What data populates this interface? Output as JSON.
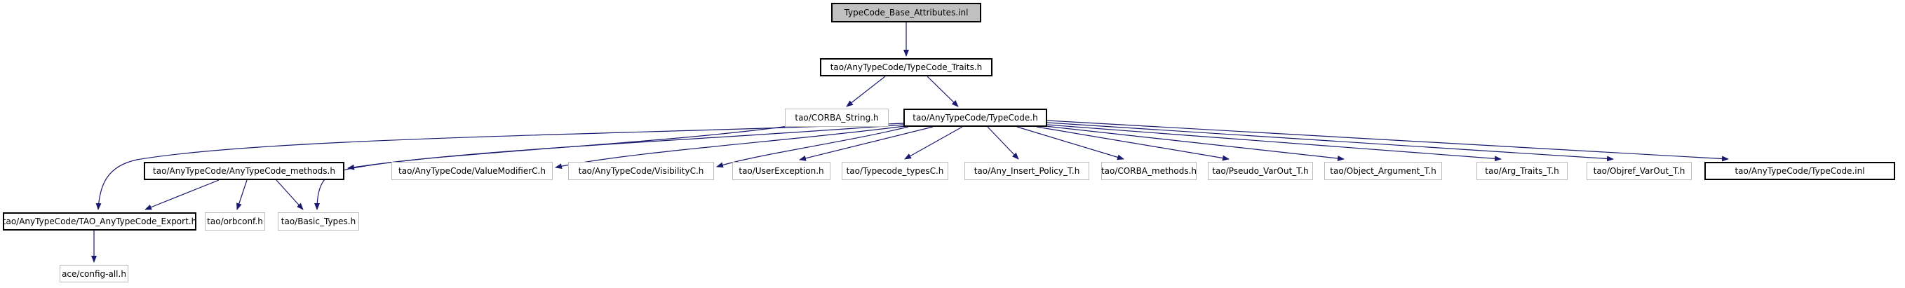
{
  "diagram": {
    "kind": "include-dependency-graph",
    "root_file": "TypeCode_Base_Attributes.inl"
  },
  "colors": {
    "edge": "#191970",
    "documented_border": "#000000",
    "external_border": "#bcbcbc",
    "current_node_fill": "#c0c0c0",
    "node_fill": "#ffffff",
    "background": "#ffffff"
  },
  "nodes": [
    {
      "id": "root",
      "label": "TypeCode_Base_Attributes.inl",
      "style": "current",
      "clickable": false
    },
    {
      "id": "traits",
      "label": "tao/AnyTypeCode/TypeCode_Traits.h",
      "style": "doc",
      "clickable": true
    },
    {
      "id": "corba_string",
      "label": "tao/CORBA_String.h",
      "style": "ext",
      "clickable": false
    },
    {
      "id": "typecode_h",
      "label": "tao/AnyTypeCode/TypeCode.h",
      "style": "doc",
      "clickable": true
    },
    {
      "id": "methods",
      "label": "tao/AnyTypeCode/AnyTypeCode_methods.h",
      "style": "doc",
      "clickable": true
    },
    {
      "id": "valuemod",
      "label": "tao/AnyTypeCode/ValueModifierC.h",
      "style": "ext",
      "clickable": false
    },
    {
      "id": "visibility",
      "label": "tao/AnyTypeCode/VisibilityC.h",
      "style": "ext",
      "clickable": false
    },
    {
      "id": "userexc",
      "label": "tao/UserException.h",
      "style": "ext",
      "clickable": false
    },
    {
      "id": "typesc",
      "label": "tao/Typecode_typesC.h",
      "style": "ext",
      "clickable": false
    },
    {
      "id": "any_insert",
      "label": "tao/Any_Insert_Policy_T.h",
      "style": "ext",
      "clickable": false
    },
    {
      "id": "corba_methods",
      "label": "tao/CORBA_methods.h",
      "style": "ext",
      "clickable": false
    },
    {
      "id": "pseudo",
      "label": "tao/Pseudo_VarOut_T.h",
      "style": "ext",
      "clickable": false
    },
    {
      "id": "object_arg",
      "label": "tao/Object_Argument_T.h",
      "style": "ext",
      "clickable": false
    },
    {
      "id": "arg_traits",
      "label": "tao/Arg_Traits_T.h",
      "style": "ext",
      "clickable": false
    },
    {
      "id": "objref",
      "label": "tao/Objref_VarOut_T.h",
      "style": "ext",
      "clickable": false
    },
    {
      "id": "inl",
      "label": "tao/AnyTypeCode/TypeCode.inl",
      "style": "doc",
      "clickable": true
    },
    {
      "id": "export",
      "label": "tao/AnyTypeCode/TAO_AnyTypeCode_Export.h",
      "style": "doc",
      "clickable": true
    },
    {
      "id": "orbconf",
      "label": "tao/orbconf.h",
      "style": "ext",
      "clickable": false
    },
    {
      "id": "basic_types",
      "label": "tao/Basic_Types.h",
      "style": "ext",
      "clickable": false
    },
    {
      "id": "ace",
      "label": "ace/config-all.h",
      "style": "ext",
      "clickable": false
    }
  ],
  "edges": [
    {
      "from": "root",
      "to": "traits"
    },
    {
      "from": "traits",
      "to": "corba_string"
    },
    {
      "from": "traits",
      "to": "typecode_h"
    },
    {
      "from": "typecode_h",
      "to": "methods"
    },
    {
      "from": "typecode_h",
      "to": "valuemod"
    },
    {
      "from": "typecode_h",
      "to": "visibility"
    },
    {
      "from": "typecode_h",
      "to": "userexc"
    },
    {
      "from": "typecode_h",
      "to": "typesc"
    },
    {
      "from": "typecode_h",
      "to": "any_insert"
    },
    {
      "from": "typecode_h",
      "to": "corba_methods"
    },
    {
      "from": "typecode_h",
      "to": "pseudo"
    },
    {
      "from": "typecode_h",
      "to": "object_arg"
    },
    {
      "from": "typecode_h",
      "to": "arg_traits"
    },
    {
      "from": "typecode_h",
      "to": "objref"
    },
    {
      "from": "typecode_h",
      "to": "inl"
    },
    {
      "from": "typecode_h",
      "to": "export"
    },
    {
      "from": "corba_string",
      "to": "basic_types"
    },
    {
      "from": "methods",
      "to": "export"
    },
    {
      "from": "methods",
      "to": "orbconf"
    },
    {
      "from": "methods",
      "to": "basic_types"
    },
    {
      "from": "export",
      "to": "ace"
    }
  ]
}
